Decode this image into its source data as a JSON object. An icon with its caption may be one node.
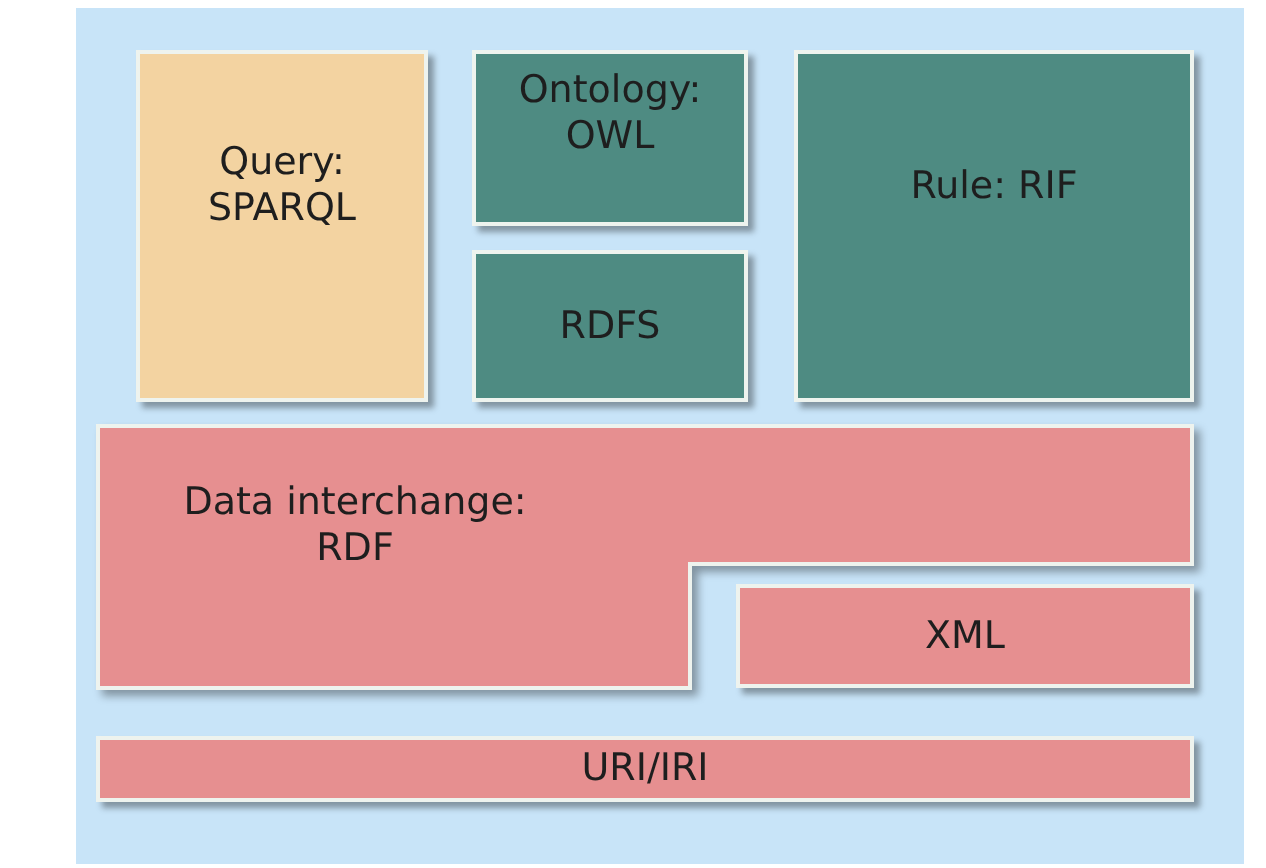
{
  "diagram": {
    "nodes": [
      {
        "text": [
          "Query: SPARQL"
        ]
      },
      {
        "text": [
          "Ontology: OWL"
        ]
      },
      {
        "text": [
          "RDFS"
        ]
      },
      {
        "text": [
          "Rule: RIF"
        ]
      },
      {
        "text": [
          "Data interchange: RDF"
        ]
      },
      {
        "text": [
          "XML"
        ]
      },
      {
        "text": [
          "URI/IRI"
        ]
      }
    ]
  }
}
